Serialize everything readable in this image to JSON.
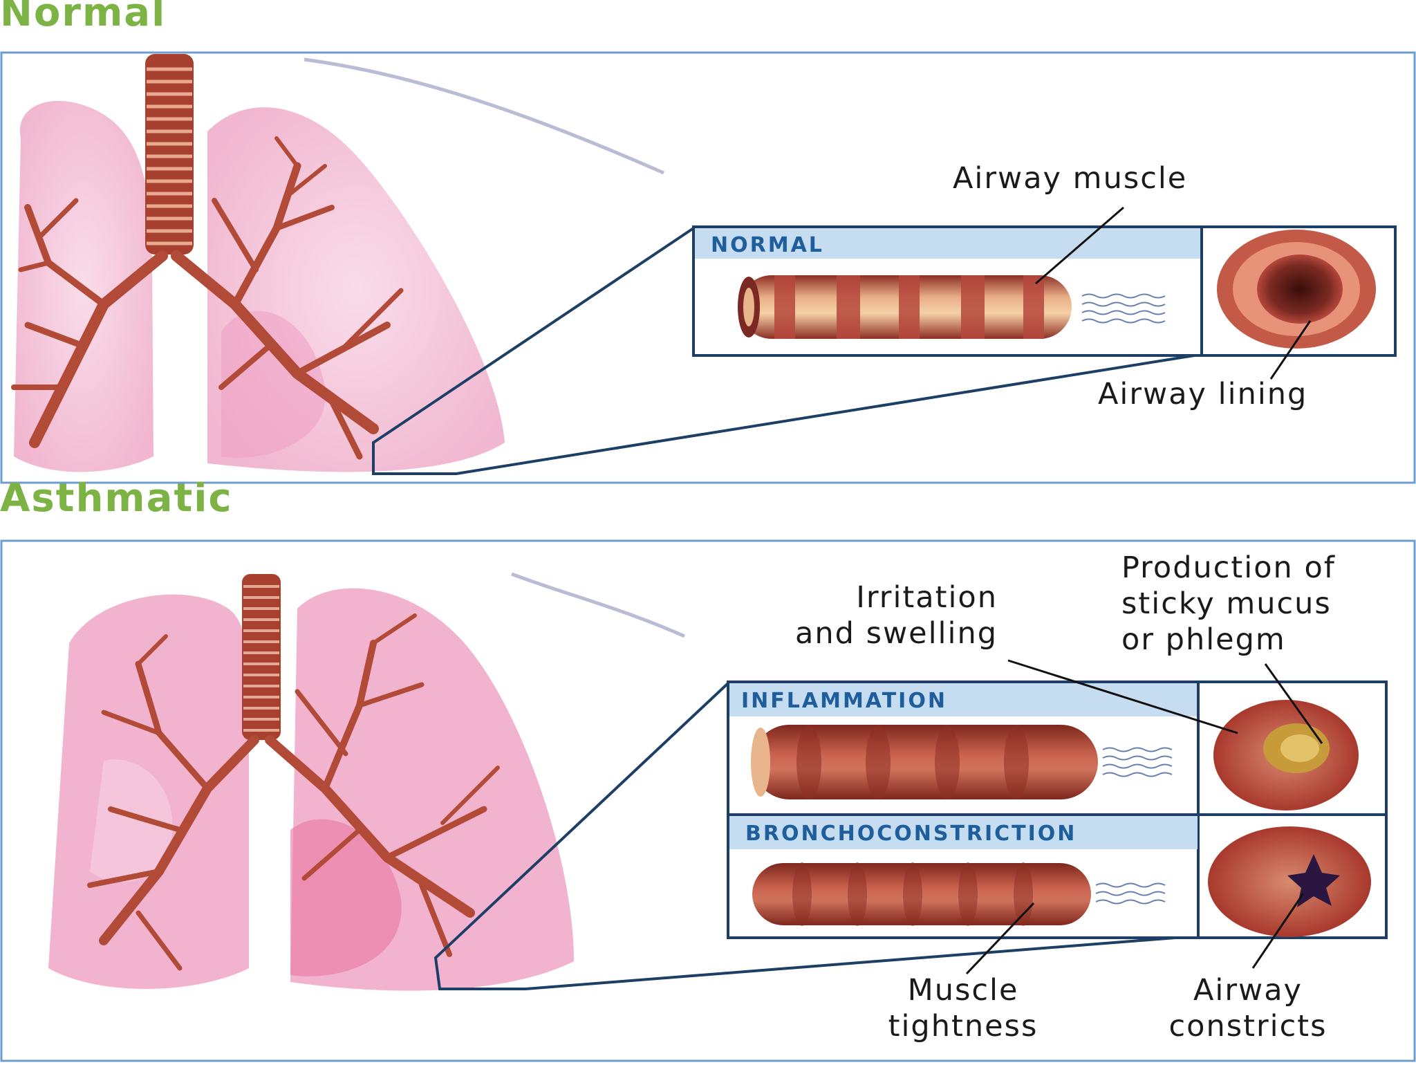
{
  "colors": {
    "title_green": "#7db344",
    "frame_blue": "#6f9dcc",
    "box_navy": "#1d3f66",
    "box_header": "#c6dcf1",
    "box_label": "#1f5e9c",
    "airway": "#b5483c",
    "lung_pink": "#f3bcd4",
    "lung_deep": "#e98fb5"
  },
  "sections": {
    "normal": {
      "title": "Normal",
      "box_label": "NORMAL",
      "callouts": {
        "airway_muscle": "Airway muscle",
        "airway_lining": "Airway lining"
      }
    },
    "asthmatic": {
      "title": "Asthmatic",
      "box_label_inflammation": "INFLAMMATION",
      "box_label_bronchoconstriction": "BRONCHOCONSTRICTION",
      "callouts": {
        "irritation": "Irritation\nand swelling",
        "mucus": "Production of\nsticky mucus\nor phlegm",
        "muscle_tightness": "Muscle\ntightness",
        "airway_constricts": "Airway\nconstricts"
      }
    }
  }
}
